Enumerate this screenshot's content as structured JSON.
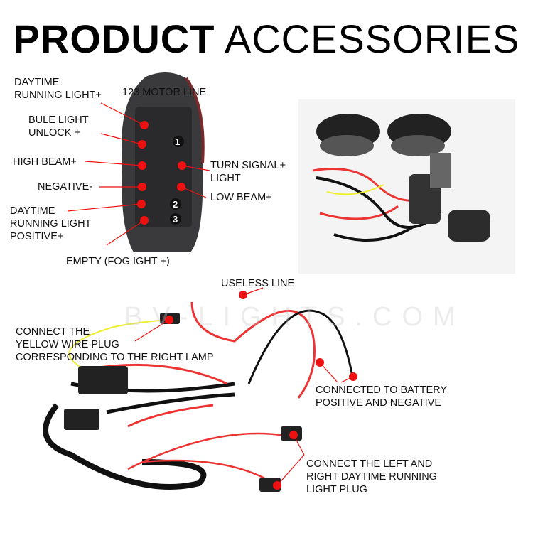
{
  "title": {
    "bold": "PRODUCT",
    "regular": "ACCESSORIES"
  },
  "watermark": "BV-LIGHTS.COM",
  "connector_labels": {
    "drl": "DAYTIME\nRUNNING LIGHT+",
    "motor": "123:MOTOR LINE",
    "blue": "BULE LIGHT\nUNLOCK +",
    "high": "HIGH BEAM+",
    "neg": "NEGATIVE-",
    "drl_pos": "DAYTIME\nRUNNING LIGHT\nPOSITIVE+",
    "empty": "EMPTY (FOG IGHT +)",
    "turn": "TURN SIGNAL+\nLIGHT",
    "low": "LOW BEAM+",
    "pin1": "1",
    "pin2": "2",
    "pin3": "3"
  },
  "harness_labels": {
    "useless": "USELESS LINE",
    "yellow": "CONNECT THE\nYELLOW WIRE PLUG\nCORRESPONDING TO THE RIGHT LAMP",
    "battery": "CONNECTED TO BATTERY\nPOSITIVE AND NEGATIVE",
    "drl_plug": "CONNECT THE LEFT AND\nRIGHT DAYTIME RUNNING\nLIGHT PLUG"
  },
  "colors": {
    "accent": "#ee1111"
  }
}
